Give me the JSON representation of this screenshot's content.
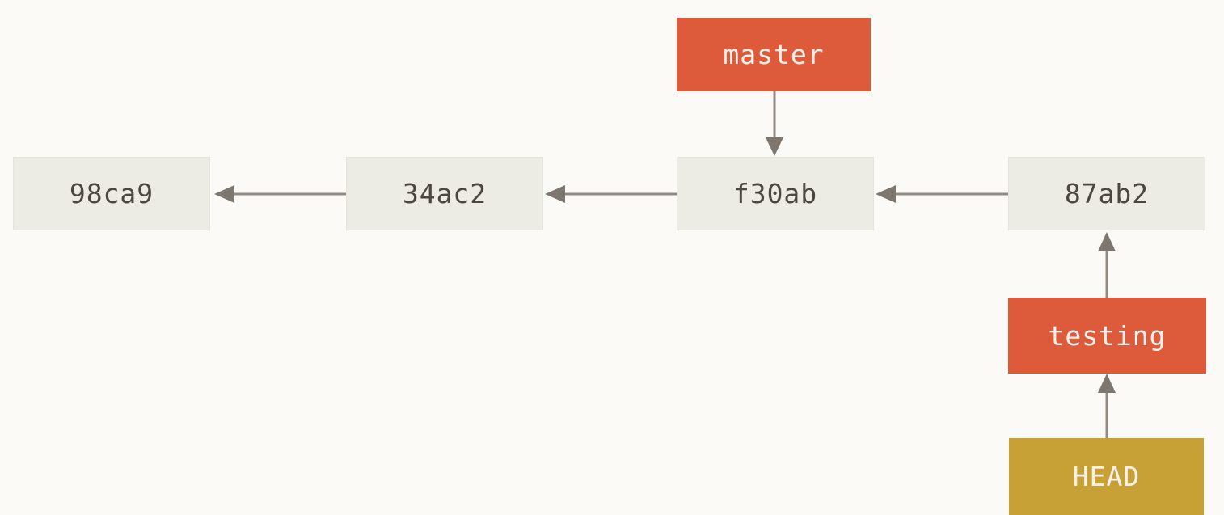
{
  "colors": {
    "background": "#fbfaf7",
    "commit-fill": "#edece4",
    "commit-text": "#4c4741",
    "branch-red": "#dd5b3b",
    "head-gold": "#c7a136",
    "label-text": "#f4f2ed",
    "arrow-line": "#918b83",
    "arrow-head": "#7d776f"
  },
  "diagram": {
    "commits": [
      {
        "id": "98ca9"
      },
      {
        "id": "34ac2"
      },
      {
        "id": "f30ab"
      },
      {
        "id": "87ab2"
      }
    ],
    "branch_labels": [
      {
        "label": "master",
        "points_to": "f30ab"
      },
      {
        "label": "testing",
        "points_to": "87ab2"
      }
    ],
    "head_label": {
      "label": "HEAD",
      "points_to": "testing"
    },
    "edges": [
      {
        "from": "34ac2",
        "to": "98ca9"
      },
      {
        "from": "f30ab",
        "to": "34ac2"
      },
      {
        "from": "87ab2",
        "to": "f30ab"
      },
      {
        "from": "master",
        "to": "f30ab"
      },
      {
        "from": "testing",
        "to": "87ab2"
      },
      {
        "from": "HEAD",
        "to": "testing"
      }
    ]
  }
}
